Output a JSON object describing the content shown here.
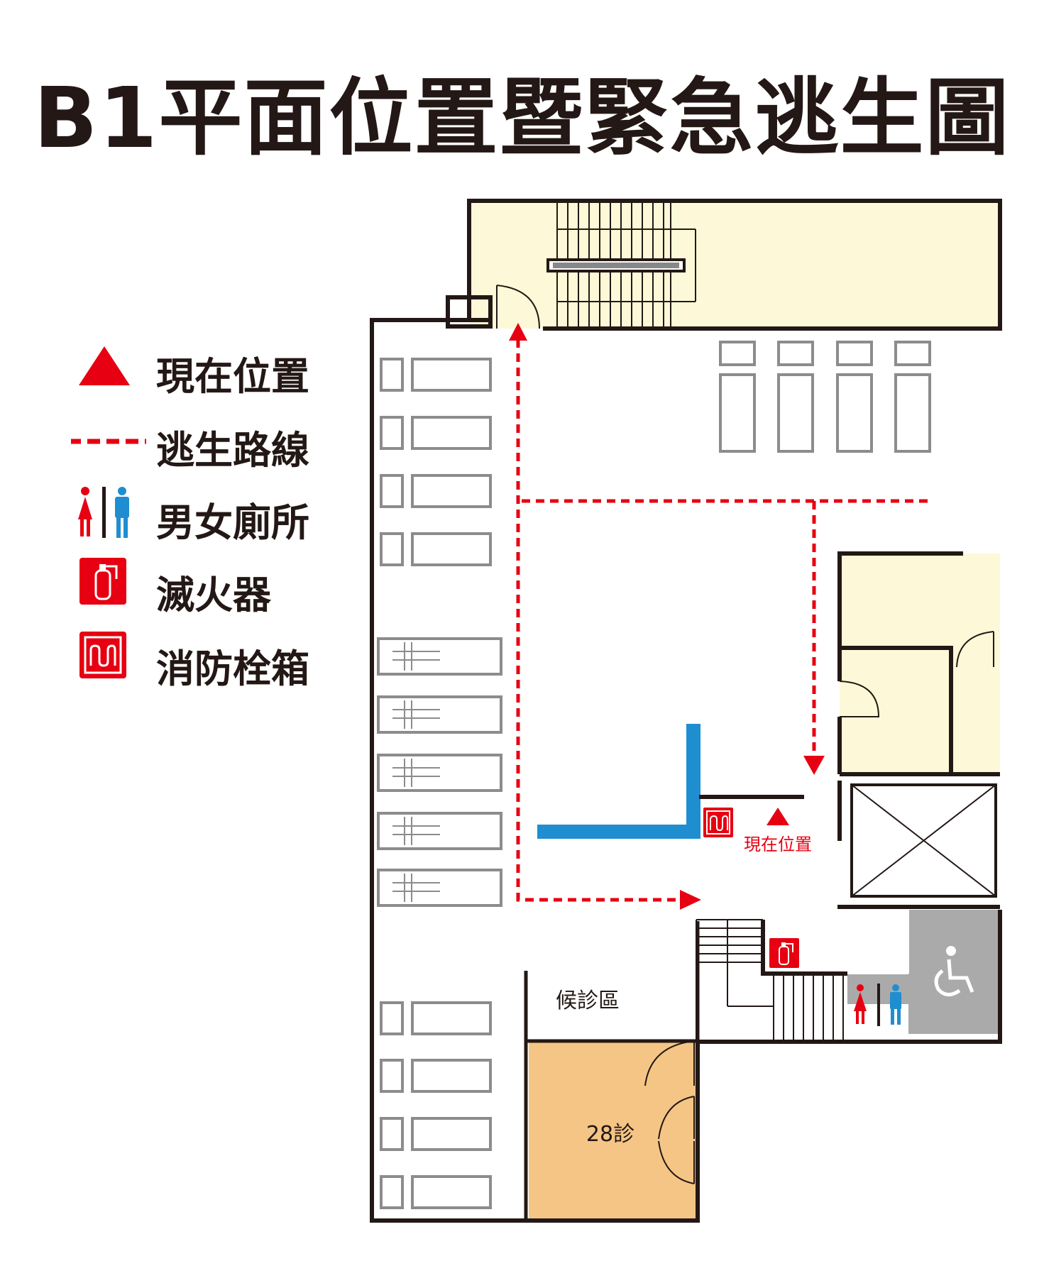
{
  "title": "B1平面位置暨緊急逃生圖",
  "legend": {
    "you_are_here": "現在位置",
    "escape_route": "逃生路線",
    "restrooms": "男女廁所",
    "extinguisher": "滅火器",
    "hydrant": "消防栓箱"
  },
  "map": {
    "current_position_label": "現在位置",
    "waiting_area": "候診區",
    "room_28": "28診"
  },
  "colors": {
    "route": "#e60012",
    "wall": "#231815",
    "counter": "#1f8ed0",
    "pale_room": "#fdf9d8",
    "clinic_room": "#f5c585",
    "accessible_room": "#aaaaaa"
  }
}
